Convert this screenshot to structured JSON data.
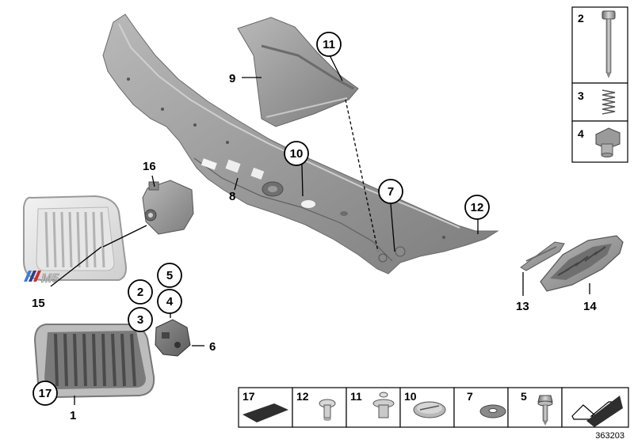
{
  "diagram": {
    "document_number": "363203",
    "main_labels": {
      "p1": "1",
      "p6": "6",
      "p8": "8",
      "p9": "9",
      "p13": "13",
      "p14": "14",
      "p15": "15",
      "p16": "16"
    },
    "circled_labels": {
      "c2": "2",
      "c3": "3",
      "c4": "4",
      "c5": "5",
      "c7": "7",
      "c10": "10",
      "c11": "11",
      "c12": "12",
      "c17": "17"
    },
    "right_panel": [
      "2",
      "3",
      "4"
    ],
    "bottom_strip": [
      "17",
      "12",
      "11",
      "10",
      "7",
      "5"
    ],
    "badge_text": "M5"
  }
}
